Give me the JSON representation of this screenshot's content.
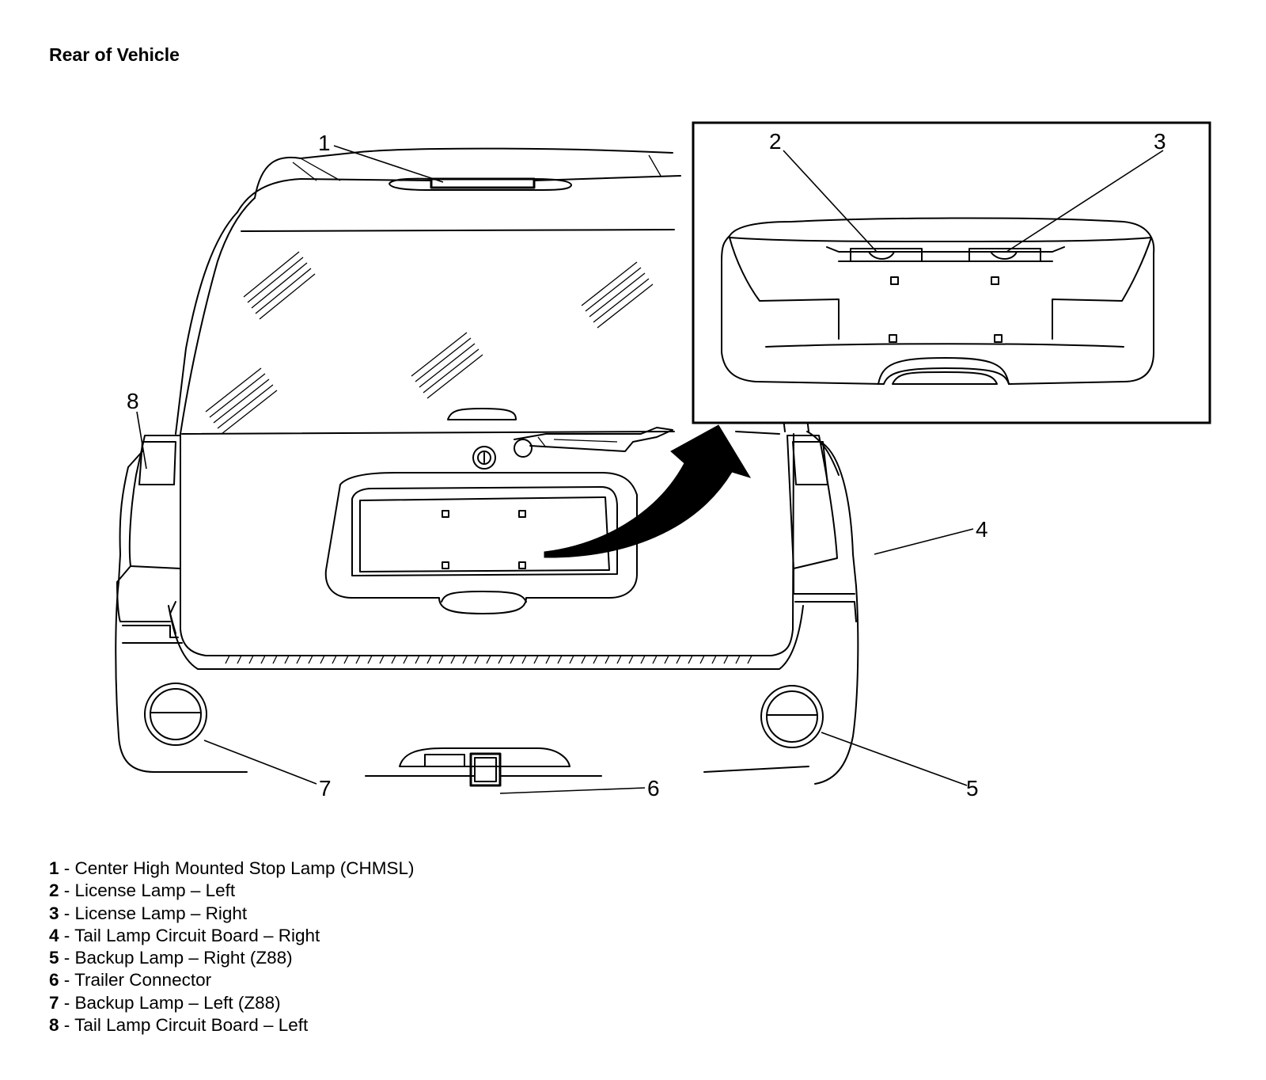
{
  "title": "Rear of Vehicle",
  "callouts": [
    "1",
    "2",
    "3",
    "4",
    "5",
    "6",
    "7",
    "8"
  ],
  "legend": [
    {
      "num": "1",
      "sep": " - ",
      "text": "Center High Mounted Stop Lamp (CHMSL)"
    },
    {
      "num": "2",
      "sep": " - ",
      "text": "License Lamp – Left"
    },
    {
      "num": "3",
      "sep": " - ",
      "text": "License Lamp – Right"
    },
    {
      "num": "4",
      "sep": " - ",
      "text": "Tail Lamp Circuit Board – Right"
    },
    {
      "num": "5",
      "sep": " - ",
      "text": "Backup Lamp – Right (Z88)"
    },
    {
      "num": "6",
      "sep": " - ",
      "text": "Trailer Connector"
    },
    {
      "num": "7",
      "sep": " - ",
      "text": "Backup Lamp – Left (Z88)"
    },
    {
      "num": "8",
      "sep": " - ",
      "text": "Tail Lamp Circuit Board – Left"
    }
  ]
}
